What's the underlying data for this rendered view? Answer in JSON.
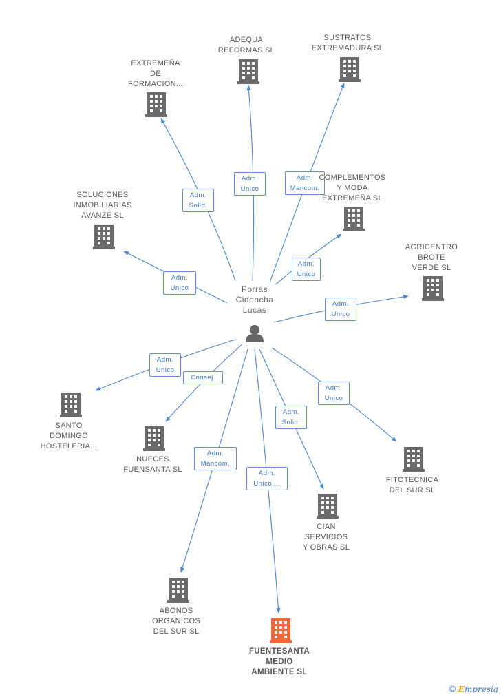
{
  "person": {
    "name": "Porras\nCidoncha\nLucas"
  },
  "colors": {
    "edge": "#4a86d4",
    "building": "#6b6b6b",
    "building_highlight": "#f26a3c"
  },
  "nodes": [
    {
      "id": "extremena",
      "label": "EXTREMEÑA\nDE\nFORMACION...",
      "highlight": false
    },
    {
      "id": "adequa",
      "label": "ADEQUA\nREFORMAS SL",
      "highlight": false
    },
    {
      "id": "sustratos",
      "label": "SUSTRATOS\nEXTREMADURA SL",
      "highlight": false
    },
    {
      "id": "complementos",
      "label": "COMPLEMENTOS\nY MODA\nEXTREMEÑA SL",
      "highlight": false
    },
    {
      "id": "soluciones",
      "label": "SOLUCIONES\nINMOBILIARIAS\nAVANZE SL",
      "highlight": false
    },
    {
      "id": "agricentro",
      "label": "AGRICENTRO\nBROTE\nVERDE SL",
      "highlight": false
    },
    {
      "id": "santo",
      "label": "SANTO\nDOMINGO\nHOSTELERIA...",
      "highlight": false
    },
    {
      "id": "nueces",
      "label": "NUECES\nFUENSANTA SL",
      "highlight": false
    },
    {
      "id": "fitotecnica",
      "label": "FITOTECNICA\nDEL SUR SL",
      "highlight": false
    },
    {
      "id": "cian",
      "label": "CIAN\nSERVICIOS\nY OBRAS SL",
      "highlight": false
    },
    {
      "id": "abonos",
      "label": "ABONOS\nORGANICOS\nDEL SUR SL",
      "highlight": false
    },
    {
      "id": "fuensanta",
      "label": "FUENTESANTA\nMEDIO\nAMBIENTE SL",
      "highlight": true
    }
  ],
  "edges": [
    {
      "to": "extremena",
      "label": "Adm.\nSolid."
    },
    {
      "to": "adequa",
      "label": "Adm.\nUnico"
    },
    {
      "to": "sustratos",
      "label": "Adm.\nMancom."
    },
    {
      "to": "complementos",
      "label": "Adm.\nUnico"
    },
    {
      "to": "soluciones",
      "label": "Adm.\nUnico"
    },
    {
      "to": "agricentro",
      "label": "Adm.\nUnico"
    },
    {
      "to": "santo",
      "label": "Adm.\nUnico"
    },
    {
      "to": "nueces",
      "label": "Consej."
    },
    {
      "to": "fitotecnica",
      "label": "Adm.\nUnico"
    },
    {
      "to": "cian",
      "label": "Adm.\nSolid."
    },
    {
      "to": "abonos",
      "label": "Adm.\nMancom."
    },
    {
      "to": "fuensanta",
      "label": "Adm.\nUnico,..."
    }
  ],
  "footer": {
    "copyright": "©",
    "brand_e": "E",
    "brand_rest": "mpresia"
  }
}
